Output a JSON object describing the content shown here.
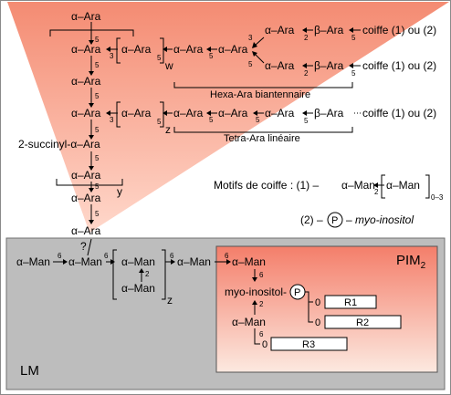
{
  "colors": {
    "triangle_top": "#f48b72",
    "triangle_bottom": "#ffd6c8",
    "lm_box": "#bdbdbd",
    "pim_top": "#f47e6a",
    "pim_bottom": "#fbe6dc",
    "frame": "#8a8a8a"
  },
  "sugars": {
    "ara": "α–Ara",
    "beta_ara": "β–Ara",
    "succinyl_ara": "2-succinyl-α–Ara",
    "man": "α–Man",
    "myo_inositol": "myo-inositol-",
    "phosphate": "P"
  },
  "coiffe_label": "coiffe (1) ou (2)",
  "branch_labels": {
    "w": "w",
    "z": "z",
    "y": "y",
    "z_lm": "z"
  },
  "hexa_ara": "Hexa-Ara biantennaire",
  "tetra_ara": "Tetra-Ara linéaire",
  "unknown_link": "?",
  "motifs": {
    "title": "Motifs de coiffe : (1) –",
    "man_a": "α–Man",
    "man_b": "α–Man",
    "repeat": "0–3",
    "motif2_prefix": "(2) –",
    "motif2_p": "P",
    "motif2_dash": "–",
    "motif2_suffix": "myo-inositol"
  },
  "linkages": {
    "l2": "2",
    "l3": "3",
    "l5": "5",
    "l6": "6",
    "l0": "0"
  },
  "pim": {
    "title": "PIM",
    "title_sub": "2",
    "r1": "R1",
    "r2": "R2",
    "r3": "R3"
  },
  "lm_label": "LM"
}
